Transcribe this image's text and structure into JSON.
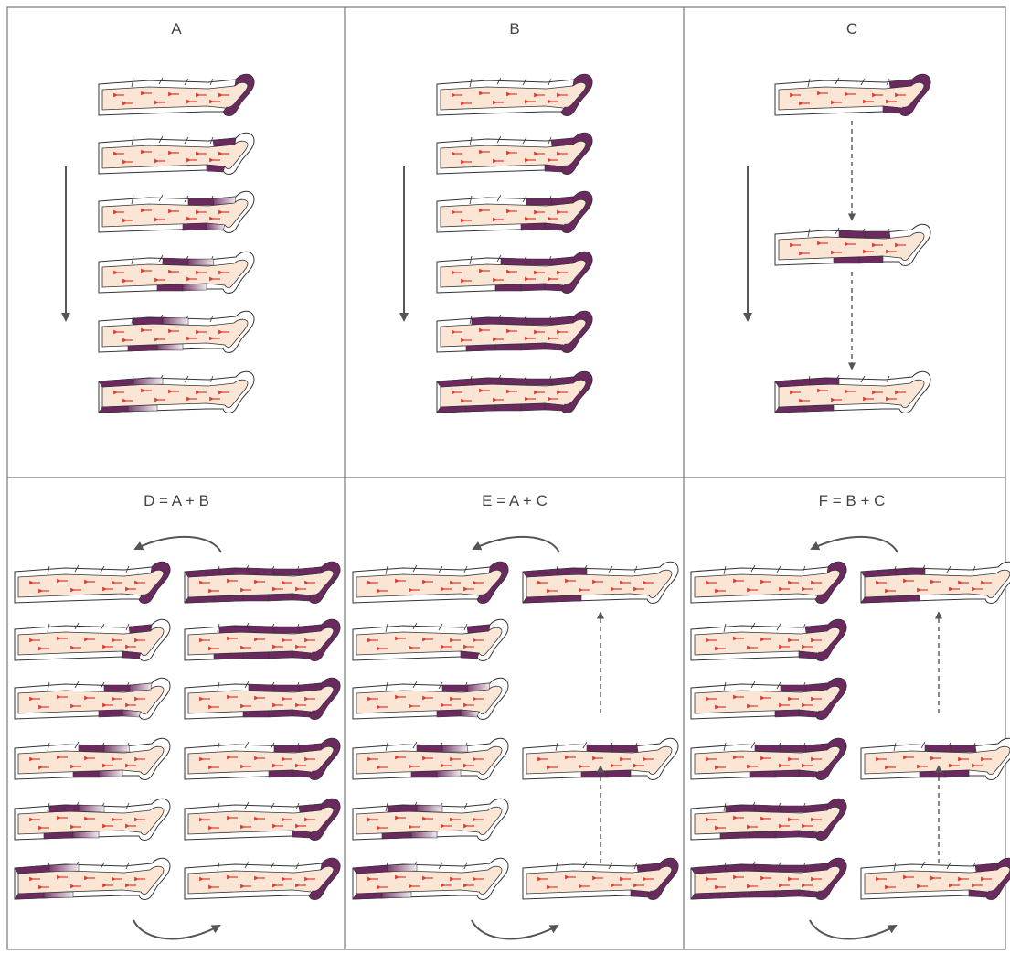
{
  "colors": {
    "cuff_active": "#6b2a5f",
    "cuff_fade": "#f2eef2",
    "limb_fill": "#fbe6d6",
    "arrow_red": "#d83a2e",
    "outline": "#333333",
    "grid": "#777777",
    "flow_arrow": "#555555"
  },
  "panels": [
    {
      "id": "A",
      "title": "A",
      "description_mode": "sequential",
      "rows": [
        {
          "col": 1,
          "active": [
            1
          ],
          "fade": 0
        },
        {
          "col": 1,
          "active": [
            2
          ],
          "fade": -1
        },
        {
          "col": 1,
          "active": [
            3
          ],
          "fade": -1
        },
        {
          "col": 1,
          "active": [
            4
          ],
          "fade": -1
        },
        {
          "col": 1,
          "active": [
            5
          ],
          "fade": -1
        },
        {
          "col": 1,
          "active": [
            6
          ],
          "fade": -1
        }
      ],
      "flow": "down-arrow"
    },
    {
      "id": "B",
      "title": "B",
      "rows": [
        {
          "col": 1,
          "active": [
            1
          ],
          "fade": 0
        },
        {
          "col": 1,
          "active": [
            1,
            2
          ],
          "fade": 0
        },
        {
          "col": 1,
          "active": [
            1,
            2,
            3
          ],
          "fade": 0
        },
        {
          "col": 1,
          "active": [
            1,
            2,
            3,
            4
          ],
          "fade": 0
        },
        {
          "col": 1,
          "active": [
            1,
            2,
            3,
            4,
            5
          ],
          "fade": 0
        },
        {
          "col": 1,
          "active": [
            1,
            2,
            3,
            4,
            5,
            6
          ],
          "fade": 0
        }
      ],
      "flow": "down-arrow"
    },
    {
      "id": "C",
      "title": "C",
      "rows": [
        {
          "col": 1,
          "active": [
            1,
            2
          ],
          "fade": 0
        },
        {
          "col": 1,
          "active": [
            3,
            4
          ],
          "fade": -1
        },
        {
          "col": 1,
          "active": [
            5,
            6
          ],
          "fade": -1
        }
      ],
      "flow": "down-arrow-dashed"
    },
    {
      "id": "D",
      "title": "D = A + B",
      "flow": "cycle"
    },
    {
      "id": "E",
      "title": "E = A + C",
      "flow": "cycle-dashed"
    },
    {
      "id": "F",
      "title": "F = B + C",
      "flow": "cycle-dashed"
    }
  ]
}
